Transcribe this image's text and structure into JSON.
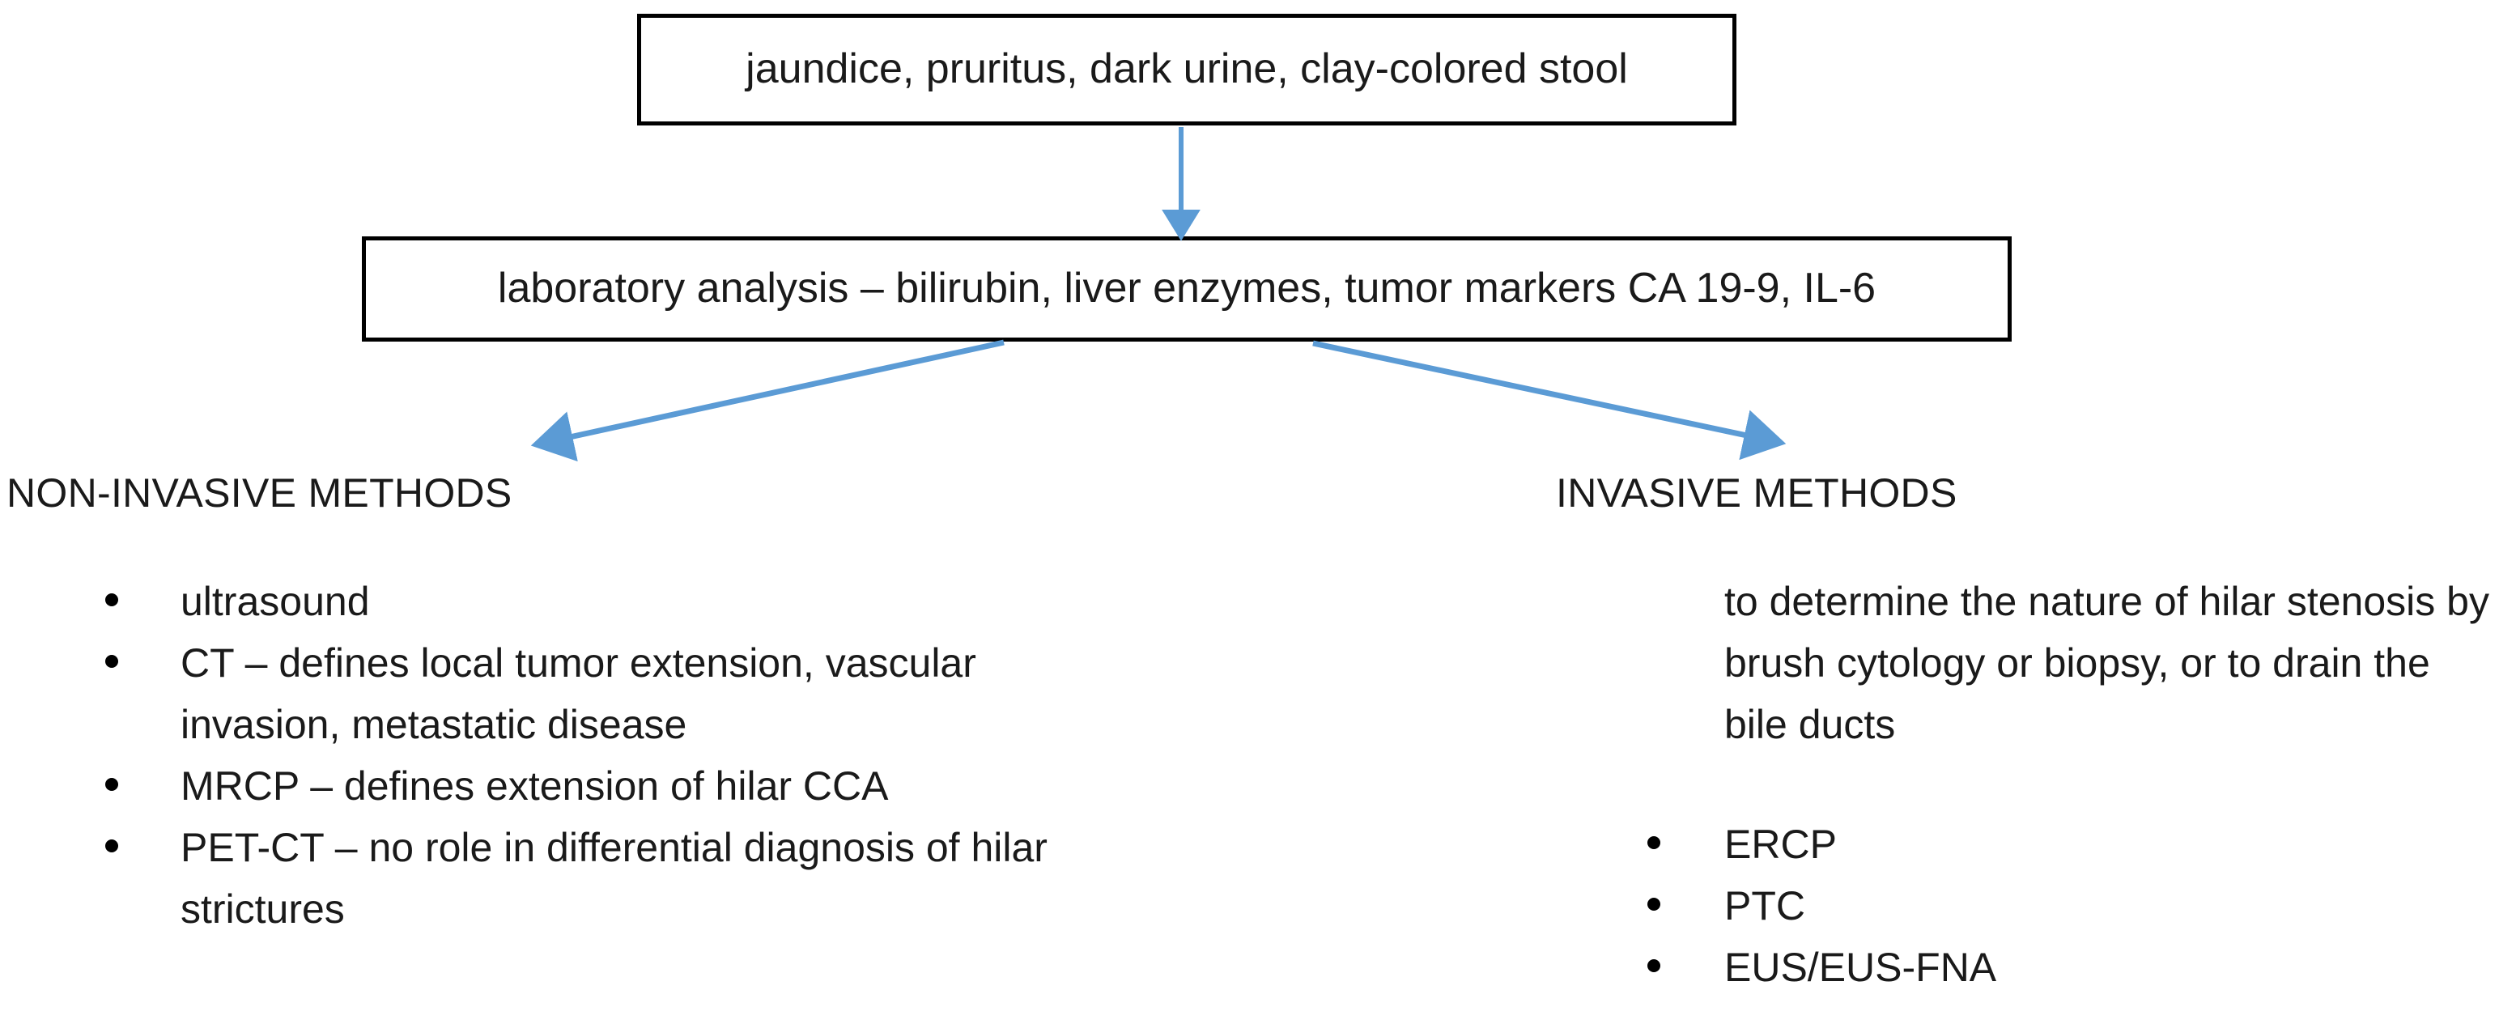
{
  "flow": {
    "symptoms_box": {
      "text": "jaundice, pruritus, dark urine, clay-colored stool"
    },
    "lab_box": {
      "text": "laboratory analysis – bilirubin, liver enzymes, tumor markers CA 19-9, IL-6"
    },
    "arrow_color": "#5B9BD5",
    "box_border_color": "#000000",
    "text_color": "#1a1a1a"
  },
  "columns": {
    "left": {
      "heading": "NON-INVASIVE METHODS",
      "items": [
        "ultrasound",
        "CT – defines local tumor extension, vascular invasion, metastatic disease",
        "MRCP – defines extension of hilar CCA",
        "PET-CT – no role in differential diagnosis of hilar strictures"
      ]
    },
    "right": {
      "heading": "INVASIVE METHODS",
      "paragraph": "to determine the nature of hilar stenosis by brush cytology or biopsy, or to drain the bile ducts",
      "items": [
        "ERCP",
        "PTC",
        "EUS/EUS-FNA"
      ]
    }
  },
  "icons": {
    "arrow_down": "arrow-down-icon",
    "arrow_down_left": "arrow-down-left-icon",
    "arrow_down_right": "arrow-down-right-icon",
    "bullet": "bullet-dot-icon"
  }
}
